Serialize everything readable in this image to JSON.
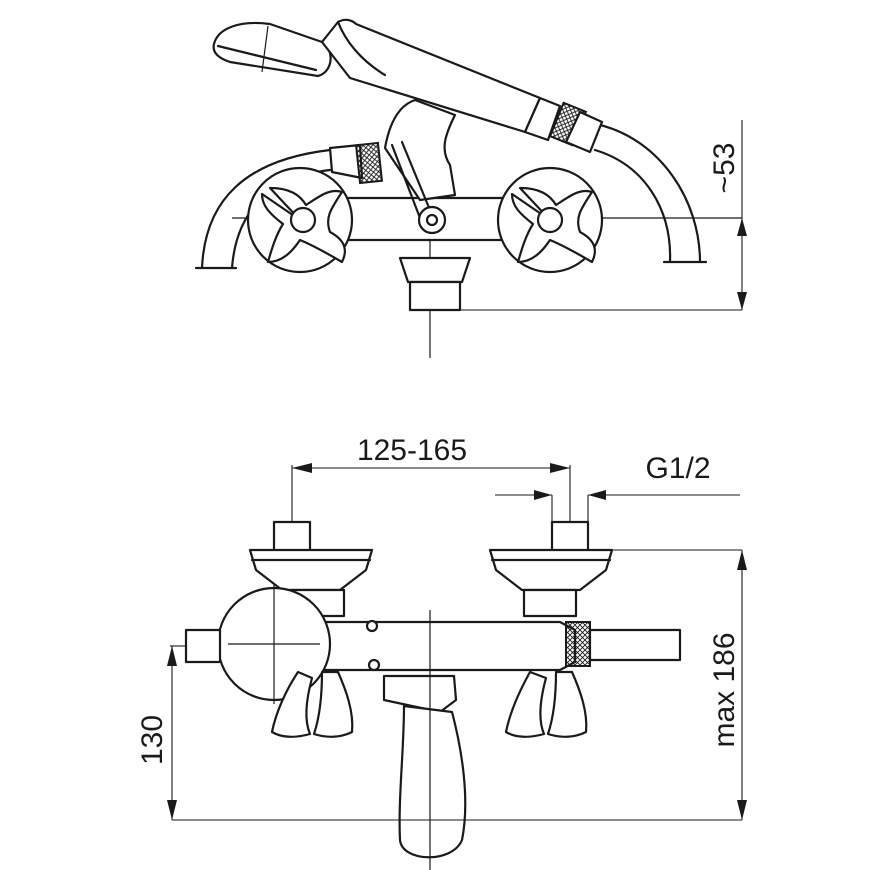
{
  "dimensions": {
    "height_top": "~53",
    "inlet_spacing": "125-165",
    "thread": "G1/2",
    "max_height": "max 186",
    "outlet_height": "130"
  },
  "colors": {
    "line": "#1a1a1a",
    "background": "#ffffff"
  }
}
